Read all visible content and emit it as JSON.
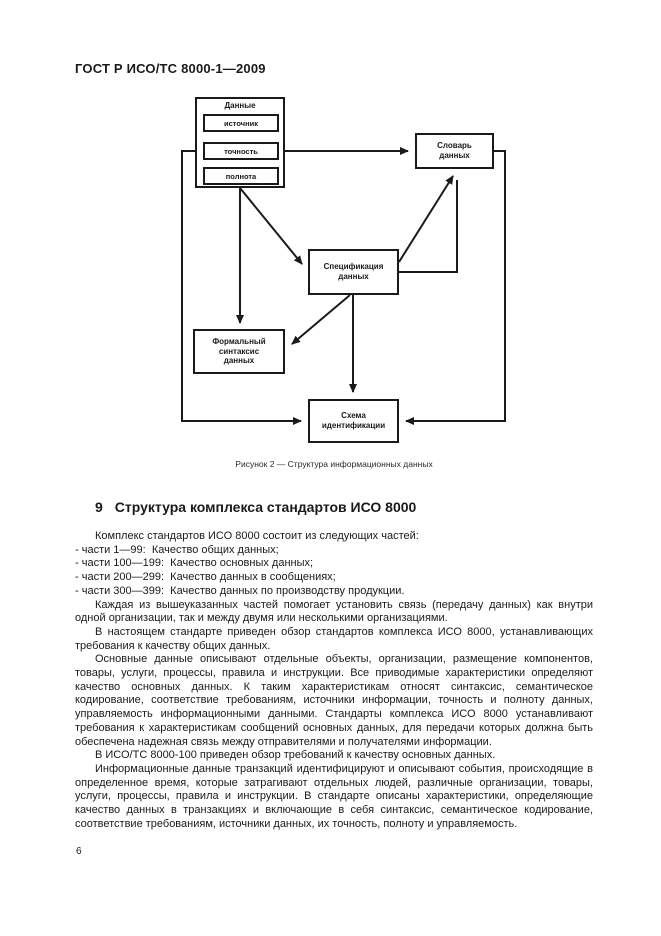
{
  "doc": {
    "header": "ГОСТ Р ИСО/ТС 8000-1—2009",
    "page_number": "6"
  },
  "figure": {
    "caption": "Рисунок 2 — Структура информационных данных",
    "boxes": {
      "data_group": "Данные",
      "source": "источник",
      "accuracy": "точность",
      "completeness": "полнота",
      "dictionary": "Словарь данных",
      "specification": "Спецификация данных",
      "formal_syntax": "Формальный синтаксис данных",
      "identification_scheme": "Схема идентификации"
    }
  },
  "section": {
    "number": "9",
    "title": "Структура комплекса стандартов ИСО 8000",
    "intro": "Комплекс стандартов ИСО 8000 состоит из следующих частей:",
    "parts_list": [
      "- части 1—99:  Качество общих данных;",
      "- части 100—199:  Качество основных данных;",
      "- части 200—299:  Качество данных в сообщениях;",
      "- части 300—399:  Качество данных по производству продукции."
    ],
    "paragraphs": [
      "Каждая из вышеуказанных частей помогает установить связь (передачу данных) как внутри одной организации, так и между двумя или несколькими организациями.",
      "В настоящем стандарте приведен обзор стандартов комплекса ИСО 8000, устанавливающих требования к качеству общих данных.",
      "Основные данные описывают отдельные объекты, организации, размещение компонентов, товары, услуги, процессы, правила и инструкции. Все приводимые характеристики определяют качество основных данных. К таким характеристикам относят синтаксис, семантическое кодирование, соответствие требованиям, источники информации, точность и полноту данных, управляемость информационными данными. Стандарты комплекса ИСО 8000 устанавливают требования к характеристикам сообщений основных данных, для передачи которых должна быть обеспечена надежная связь между отправителями и получателями информации.",
      "В ИСО/ТС 8000-100 приведен обзор требований к качеству основных данных.",
      "Информационные данные транзакций идентифицируют и описывают события, происходящие в определенное время, которые затрагивают отдельных людей, различные организации, товары, услуги, процессы, правила и инструкции. В стандарте описаны характеристики, определяющие качество данных в транзакциях и включающие в себя синтаксис, семантическое кодирование, соответствие требованиям, источники данных, их точность, полноту и управляемость."
    ]
  },
  "colors": {
    "ink": "#1a1a1a",
    "paper": "#ffffff"
  }
}
